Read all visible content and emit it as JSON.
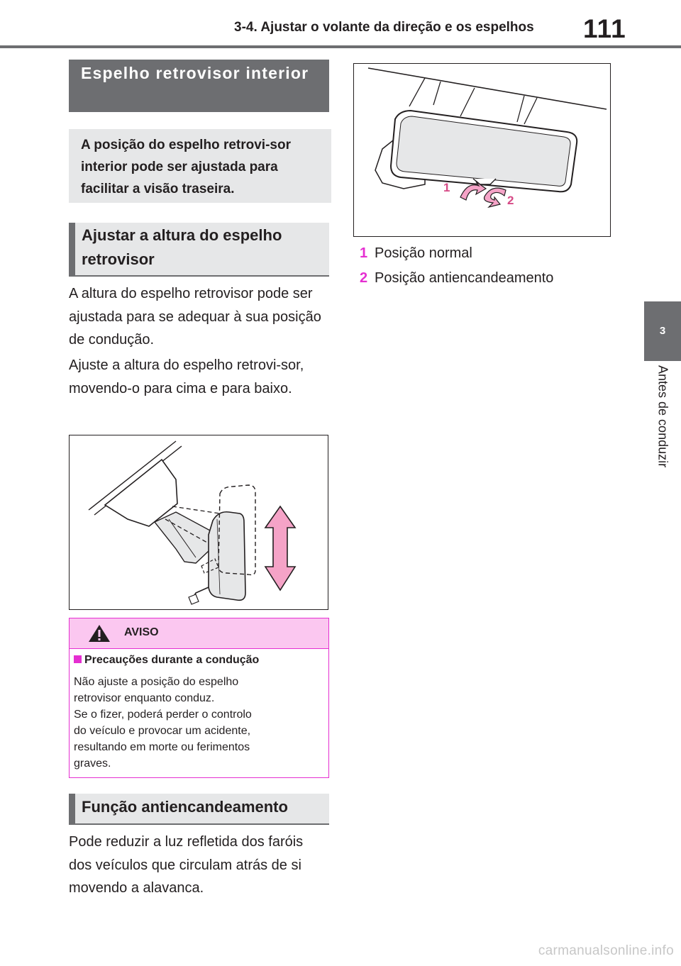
{
  "header": {
    "section_title": "3-4. Ajustar o volante da direção e os espelhos",
    "page_number": "111"
  },
  "side_tab": {
    "chapter_number": "3",
    "chapter_label": "Antes de conduzir"
  },
  "main": {
    "title": "Espelho retrovisor interior",
    "intro": "A posição do espelho retrovi-sor interior pode ser ajustada para facilitar a visão traseira.",
    "section1": {
      "heading": "Ajustar a altura do espelho retrovisor",
      "para1": "A altura do espelho retrovisor pode ser ajustada para se adequar à sua posição de condução.",
      "para2": "Ajuste a altura do espelho retrovi-sor, movendo-o para cima e para baixo."
    },
    "warning": {
      "label": "AVISO",
      "subtitle": "Precauções durante a condução",
      "line1": "Não ajuste a posição do espelho",
      "line2": "retrovisor enquanto conduz.",
      "line3": "Se o fizer, poderá perder o controlo",
      "line4": "do veículo e provocar um acidente,",
      "line5": "resultando em morte ou ferimentos",
      "line6": "graves."
    },
    "section2": {
      "heading": "Função antiencandeamento",
      "para": "Pode reduzir a luz refletida dos faróis dos veículos que circulam atrás de si movendo a alavanca."
    },
    "figure2": {
      "label1": "1",
      "label2": "2"
    },
    "callouts": [
      {
        "num": "1",
        "text": "Posição normal"
      },
      {
        "num": "2",
        "text": "Posição antiencandeamento"
      }
    ]
  },
  "colors": {
    "tab_gray": "#6d6e71",
    "box_gray": "#e6e7e8",
    "accent_magenta": "#e52fd1",
    "warning_bg": "#fbc7f0",
    "arrow_pink": "#f5a3c7"
  },
  "watermark": "carmanualsonline.info"
}
